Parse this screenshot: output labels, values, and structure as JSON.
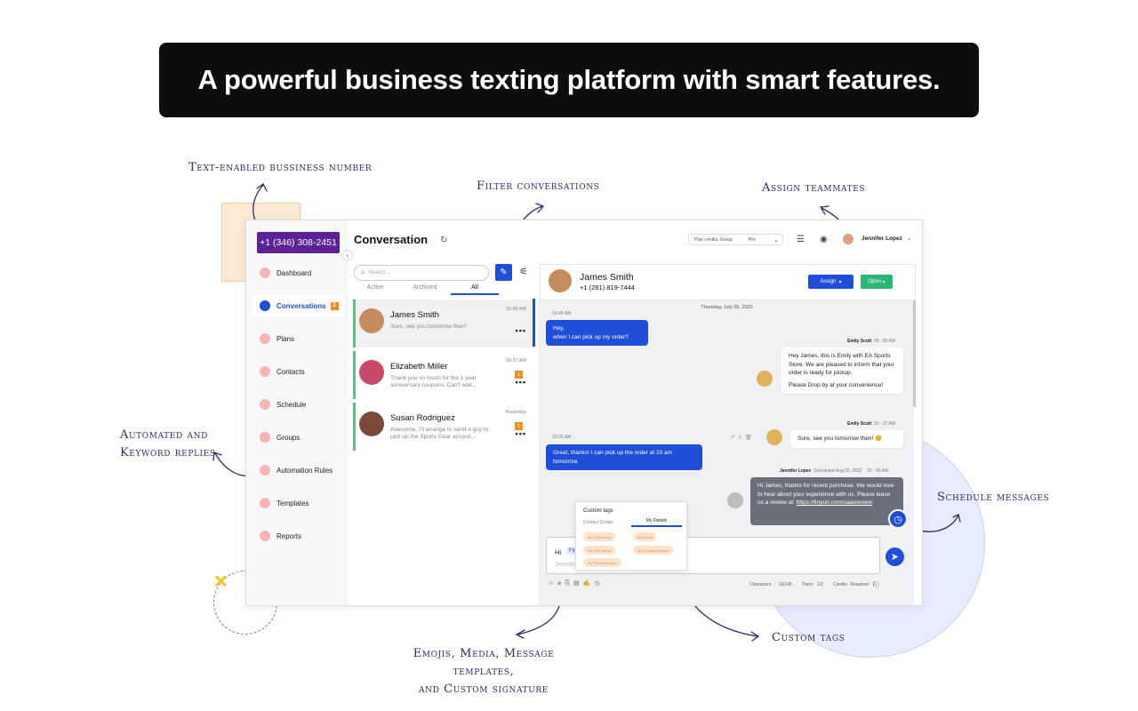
{
  "banner": {
    "title": "A powerful business texting platform with smart features."
  },
  "callouts": {
    "number": "Text-enabled bussiness number",
    "filter": "Filter conversations",
    "assign": "Assign teammates",
    "auto_line1": "Automated and",
    "auto_line2": "Keyword replies",
    "schedule": "Schedule messages",
    "custom_tags": "Custom tags",
    "emojis_line1": "Emojis, Media, Message templates,",
    "emojis_line2": "and Custom signature"
  },
  "sidebar": {
    "phone": "+1 (346) 308-2451",
    "items": [
      {
        "label": "Dashboard"
      },
      {
        "label": "Conversations",
        "count": "2"
      },
      {
        "label": "Plans"
      },
      {
        "label": "Contacts"
      },
      {
        "label": "Schedule"
      },
      {
        "label": "Groups"
      },
      {
        "label": "Automation Rules"
      },
      {
        "label": "Templates"
      },
      {
        "label": "Reports"
      }
    ]
  },
  "header": {
    "title": "Conversation",
    "plan_label": "Plan credits: Group",
    "plan_value": "Pro",
    "user": "Jennifer Lopez"
  },
  "search": {
    "placeholder": "Search..."
  },
  "tabs": [
    "Active",
    "Archived",
    "All"
  ],
  "conversations": [
    {
      "name": "James Smith",
      "preview": "Sure, see you tomorrow then!",
      "time": "10:45 AM"
    },
    {
      "name": "Elizabeth Miller",
      "preview": "Thank you so much for the 1 year anniversary coupons. Can't wait...",
      "time": "09:37 AM",
      "badge": "1"
    },
    {
      "name": "Susan Rodriguez",
      "preview": "Awesome, I'll arrange to send a guy to pick up the Sports Gear around...",
      "time": "Yesterday",
      "badge": "1"
    }
  ],
  "chat": {
    "contact_name": "James Smith",
    "contact_phone": "+1 (281) 819-7444",
    "assign_label": "Assign",
    "open_label": "Open",
    "date": "Thursday, July 28, 2022",
    "messages": [
      {
        "time": "10:45 AM",
        "line1": "Hey,",
        "line2": "when I can pick up my order?"
      },
      {
        "sender": "Emily Scott",
        "time": "09 : 05 AM",
        "text": "Hey James, this is Emily with EA Sports Store. We are pleased to inform that your order is ready for pickup.",
        "text2": "Please Drop by at your convenience!"
      },
      {
        "sender": "Emily Scott",
        "time": "10 : 27 AM",
        "text": "Sure, see you tomorrow then! 😊"
      },
      {
        "time": "10:25 AM",
        "text": "Great, thanks! I can pick up the order at 10 am tomorrow."
      },
      {
        "sender": "Jennifer Lopez",
        "scheduled": "Scheduled Aug 02, 2022",
        "time": "10 : 45 AM",
        "text": "Hi James, thanks for recent purchase. We would love to hear about your experience with us. Please leave us a review at:",
        "link": "https://tinyurl.com/saasreview"
      }
    ],
    "input_hi": "Hi",
    "input_field": "First",
    "input_signature": "Jennifer",
    "custom_tags": {
      "title": "Custom tags",
      "tab1": "Contact Details",
      "tab2": "My Details",
      "chips": [
        "My First Name",
        "My Email",
        "My Last Name",
        "My Company name",
        "My Phone number"
      ]
    },
    "counts": {
      "characters": "Characters : 13/145",
      "parts": "Parts: 1/3",
      "credits": "Credits Required: 1"
    }
  },
  "icons": {
    "send": "send-icon",
    "clock": "clock-icon",
    "compose": "compose-icon"
  },
  "colors": {
    "primary": "#1f4fd9",
    "brand": "#5b2196",
    "success": "#2bb673",
    "badge": "#f68b1f"
  }
}
